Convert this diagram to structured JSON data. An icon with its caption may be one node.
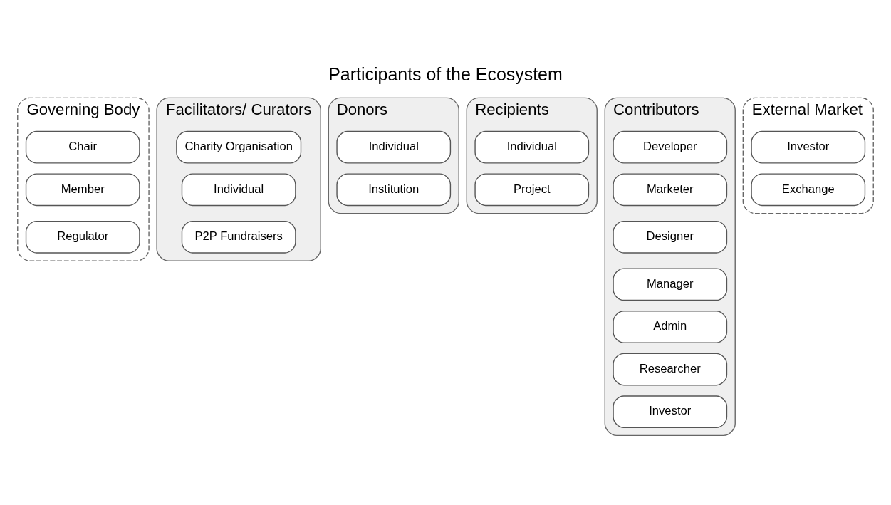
{
  "diagram": {
    "title": "Participants of the Ecosystem",
    "nodes": [
      {
        "text": [
          "Governing Body"
        ]
      },
      {
        "text": [
          "Chair"
        ],
        "in": 0
      },
      {
        "text": [
          "Member"
        ],
        "in": 0
      },
      {
        "text": [
          "Regulator"
        ],
        "in": 0
      },
      {
        "text": [
          "Facilitators/ Curators"
        ]
      },
      {
        "text": [
          "Charity Organisation"
        ],
        "in": 4
      },
      {
        "text": [
          "Individual"
        ],
        "in": 4
      },
      {
        "text": [
          "P2P Fundraisers"
        ],
        "in": 4
      },
      {
        "text": [
          "Donors"
        ]
      },
      {
        "text": [
          "Individual"
        ],
        "in": 8
      },
      {
        "text": [
          "Institution"
        ],
        "in": 8
      },
      {
        "text": [
          "Recipients"
        ]
      },
      {
        "text": [
          "Individual"
        ],
        "in": 11
      },
      {
        "text": [
          "Project"
        ],
        "in": 11
      },
      {
        "text": [
          "Contributors"
        ]
      },
      {
        "text": [
          "Developer"
        ],
        "in": 14
      },
      {
        "text": [
          "Marketer"
        ],
        "in": 14
      },
      {
        "text": [
          "Designer"
        ],
        "in": 14
      },
      {
        "text": [
          "Manager"
        ],
        "in": 14
      },
      {
        "text": [
          "Admin"
        ],
        "in": 14
      },
      {
        "text": [
          "Researcher"
        ],
        "in": 14
      },
      {
        "text": [
          "Investor"
        ],
        "in": 14
      },
      {
        "text": [
          "External Market"
        ]
      },
      {
        "text": [
          "Investor"
        ],
        "in": 22
      },
      {
        "text": [
          "Exchange"
        ],
        "in": 22
      }
    ],
    "edges": []
  }
}
